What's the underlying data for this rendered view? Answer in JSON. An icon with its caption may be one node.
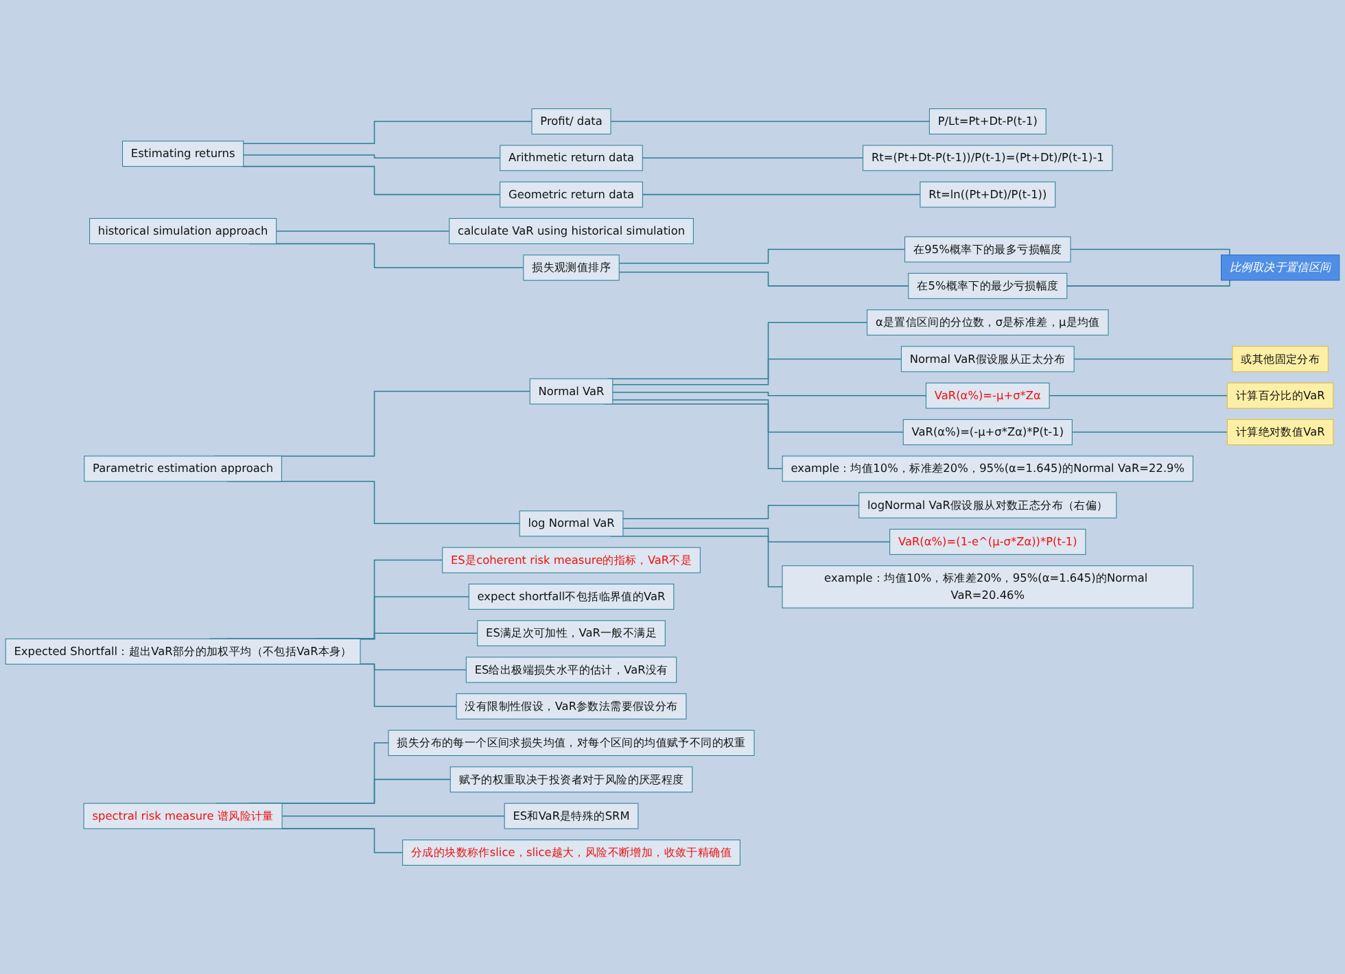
{
  "diagram": {
    "nodes": [
      {
        "text": [
          "Estimating returns"
        ]
      },
      {
        "text": [
          "Profit/ data"
        ]
      },
      {
        "text": [
          "P/Lt=Pt+Dt-P(t-1)"
        ]
      },
      {
        "text": [
          "Arithmetic return data"
        ]
      },
      {
        "text": [
          "Rt=(Pt+Dt-P(t-1))/P(t-1)=(Pt+Dt)/P(t-1)-1"
        ]
      },
      {
        "text": [
          "Geometric return data"
        ]
      },
      {
        "text": [
          "Rt=ln((Pt+Dt)/P(t-1))"
        ]
      },
      {
        "text": [
          "historical simulation approach"
        ]
      },
      {
        "text": [
          "calculate VaR using historical simulation"
        ]
      },
      {
        "text": [
          "损失观测值排序"
        ]
      },
      {
        "text": [
          "在95%概率下的最多亏损幅度"
        ]
      },
      {
        "text": [
          "在5%概率下的最少亏损幅度"
        ]
      },
      {
        "text": [
          "比例取决于置信区间"
        ]
      },
      {
        "text": [
          "Parametric estimation approach"
        ]
      },
      {
        "text": [
          "Normal VaR"
        ]
      },
      {
        "text": [
          "α是置信区间的分位数，σ是标准差，μ是均值"
        ]
      },
      {
        "text": [
          "Normal VaR假设服从正太分布"
        ]
      },
      {
        "text": [
          "或其他固定分布"
        ]
      },
      {
        "text": [
          "VaR(α%)=-μ+σ*Zα"
        ]
      },
      {
        "text": [
          "计算百分比的VaR"
        ]
      },
      {
        "text": [
          "VaR(α%)=(-μ+σ*Zα)*P(t-1)"
        ]
      },
      {
        "text": [
          "计算绝对数值VaR"
        ]
      },
      {
        "text": [
          "example：均值10%，标准差20%，95%(α=1.645)的Normal VaR=22.9%"
        ]
      },
      {
        "text": [
          "log Normal VaR"
        ]
      },
      {
        "text": [
          "logNormal VaR假设服从对数正态分布（右偏）"
        ]
      },
      {
        "text": [
          "VaR(α%)=(1-e^(μ-σ*Zα))*P(t-1)"
        ]
      },
      {
        "text": [
          "example：均值10%，标准差20%，95%(α=1.645)的Normal VaR=20.46%"
        ]
      },
      {
        "text": [
          "Expected Shortfall：超出VaR部分的加权平均（不包括VaR本身）"
        ]
      },
      {
        "text": [
          "ES是coherent risk measure的指标，VaR不是"
        ]
      },
      {
        "text": [
          "expect shortfall不包括临界值的VaR"
        ]
      },
      {
        "text": [
          "ES满足次可加性，VaR一般不满足"
        ]
      },
      {
        "text": [
          "ES给出极端损失水平的估计，VaR没有"
        ]
      },
      {
        "text": [
          "没有限制性假设，VaR参数法需要假设分布"
        ]
      },
      {
        "text": [
          "spectral risk measure 谱风险计量"
        ]
      },
      {
        "text": [
          "损失分布的每一个区间求损失均值，对每个区间的均值赋予不同的权重"
        ]
      },
      {
        "text": [
          "赋予的权重取决于投资者对于风险的厌恶程度"
        ]
      },
      {
        "text": [
          "ES和VaR是特殊的SRM"
        ]
      },
      {
        "text": [
          "分成的块数称作slice，slice越大，风险不断增加，收敛于精确值"
        ]
      }
    ],
    "edges": [
      {
        "from": 0,
        "to": 1,
        "arrow": "none"
      },
      {
        "from": 1,
        "to": 2,
        "arrow": "none"
      },
      {
        "from": 0,
        "to": 3,
        "arrow": "none"
      },
      {
        "from": 3,
        "to": 4,
        "arrow": "none"
      },
      {
        "from": 0,
        "to": 5,
        "arrow": "none"
      },
      {
        "from": 5,
        "to": 6,
        "arrow": "none"
      },
      {
        "from": 7,
        "to": 8,
        "arrow": "none"
      },
      {
        "from": 7,
        "to": 9,
        "arrow": "none"
      },
      {
        "from": 9,
        "to": 10,
        "arrow": "none"
      },
      {
        "from": 9,
        "to": 11,
        "arrow": "none"
      },
      {
        "from": 10,
        "to": 12,
        "arrow": "none"
      },
      {
        "from": 11,
        "to": 12,
        "arrow": "none"
      },
      {
        "from": 13,
        "to": 14,
        "arrow": "none"
      },
      {
        "from": 14,
        "to": 15,
        "arrow": "none"
      },
      {
        "from": 14,
        "to": 16,
        "arrow": "none"
      },
      {
        "from": 16,
        "to": 17,
        "arrow": "none"
      },
      {
        "from": 14,
        "to": 18,
        "arrow": "none"
      },
      {
        "from": 18,
        "to": 19,
        "arrow": "none"
      },
      {
        "from": 14,
        "to": 20,
        "arrow": "none"
      },
      {
        "from": 20,
        "to": 21,
        "arrow": "none"
      },
      {
        "from": 14,
        "to": 22,
        "arrow": "none"
      },
      {
        "from": 13,
        "to": 23,
        "arrow": "none"
      },
      {
        "from": 23,
        "to": 24,
        "arrow": "none"
      },
      {
        "from": 23,
        "to": 25,
        "arrow": "none"
      },
      {
        "from": 23,
        "to": 26,
        "arrow": "none"
      },
      {
        "from": 27,
        "to": 28,
        "arrow": "none"
      },
      {
        "from": 27,
        "to": 29,
        "arrow": "none"
      },
      {
        "from": 27,
        "to": 30,
        "arrow": "none"
      },
      {
        "from": 27,
        "to": 31,
        "arrow": "none"
      },
      {
        "from": 27,
        "to": 32,
        "arrow": "none"
      },
      {
        "from": 33,
        "to": 34,
        "arrow": "none"
      },
      {
        "from": 33,
        "to": 35,
        "arrow": "none"
      },
      {
        "from": 33,
        "to": 36,
        "arrow": "none"
      },
      {
        "from": 33,
        "to": 37,
        "arrow": "none"
      }
    ]
  }
}
